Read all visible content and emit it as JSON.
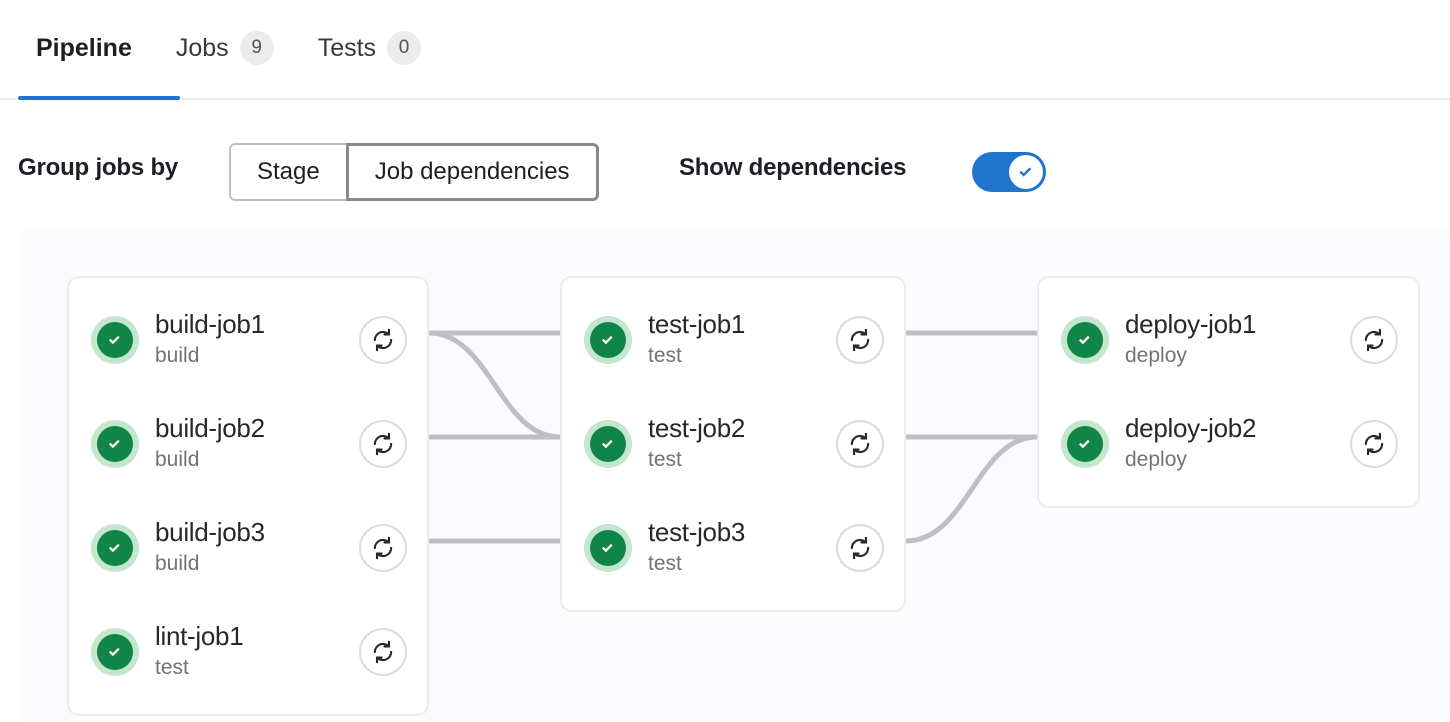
{
  "tabs": [
    {
      "label": "Pipeline",
      "badge": null,
      "active": true,
      "name": "tab-pipeline"
    },
    {
      "label": "Jobs",
      "badge": "9",
      "active": false,
      "name": "tab-jobs"
    },
    {
      "label": "Tests",
      "badge": "0",
      "active": false,
      "name": "tab-tests"
    }
  ],
  "controls": {
    "group_jobs_by_label": "Group jobs by",
    "segmented_options": [
      {
        "label": "Stage",
        "selected": false
      },
      {
        "label": "Job dependencies",
        "selected": true
      }
    ],
    "show_dependencies_label": "Show dependencies",
    "show_dependencies_on": true,
    "toggle_icon": "check-icon"
  },
  "graph": {
    "status_icon": "status-success-icon",
    "retry_icon": "retry-icon",
    "columns": [
      {
        "name": "stage-column-build",
        "jobs": [
          {
            "name": "build-job1",
            "stage": "build",
            "status": "success"
          },
          {
            "name": "build-job2",
            "stage": "build",
            "status": "success"
          },
          {
            "name": "build-job3",
            "stage": "build",
            "status": "success"
          },
          {
            "name": "lint-job1",
            "stage": "test",
            "status": "success"
          }
        ]
      },
      {
        "name": "stage-column-test",
        "jobs": [
          {
            "name": "test-job1",
            "stage": "test",
            "status": "success"
          },
          {
            "name": "test-job2",
            "stage": "test",
            "status": "success"
          },
          {
            "name": "test-job3",
            "stage": "test",
            "status": "success"
          }
        ]
      },
      {
        "name": "stage-column-deploy",
        "jobs": [
          {
            "name": "deploy-job1",
            "stage": "deploy",
            "status": "success"
          },
          {
            "name": "deploy-job2",
            "stage": "deploy",
            "status": "success"
          }
        ]
      }
    ],
    "links": [
      {
        "from": "build-job1",
        "to": "test-job1",
        "shape": "straight"
      },
      {
        "from": "build-job1",
        "to": "test-job2",
        "shape": "curve-down"
      },
      {
        "from": "build-job2",
        "to": "test-job2",
        "shape": "straight"
      },
      {
        "from": "build-job3",
        "to": "test-job3",
        "shape": "straight"
      },
      {
        "from": "test-job1",
        "to": "deploy-job1",
        "shape": "straight"
      },
      {
        "from": "test-job2",
        "to": "deploy-job2",
        "shape": "straight"
      },
      {
        "from": "test-job3",
        "to": "deploy-job2",
        "shape": "curve-up"
      }
    ]
  },
  "colors": {
    "accent": "#1f75cb",
    "success": "#108548",
    "success_ring": "#c3e6cd",
    "link": "#bfbfc3",
    "canvas": "#fbfafd"
  }
}
